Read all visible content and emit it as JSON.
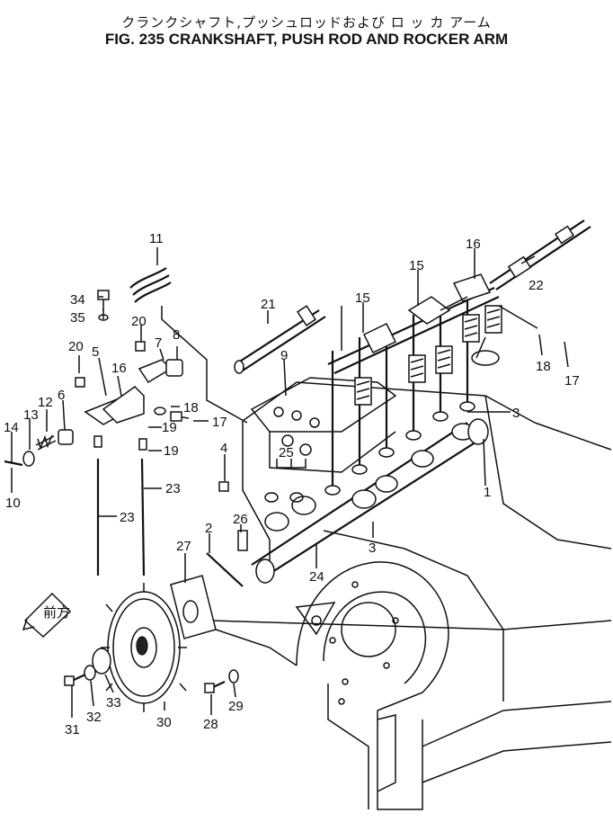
{
  "title": {
    "japanese": "クランクシャフト,プッシュロッドおよび ロ ッ カ アーム",
    "english": "FIG. 235 CRANKSHAFT, PUSH ROD AND ROCKER ARM"
  },
  "front_marker": "前方",
  "callouts": [
    "1",
    "2",
    "3",
    "3",
    "4",
    "5",
    "6",
    "7",
    "8",
    "9",
    "10",
    "11",
    "12",
    "13",
    "14",
    "15",
    "15",
    "16",
    "16",
    "17",
    "17",
    "18",
    "18",
    "19",
    "19",
    "20",
    "20",
    "21",
    "22",
    "23",
    "23",
    "24",
    "25",
    "26",
    "27",
    "28",
    "29",
    "30",
    "31",
    "32",
    "33",
    "34",
    "35"
  ]
}
